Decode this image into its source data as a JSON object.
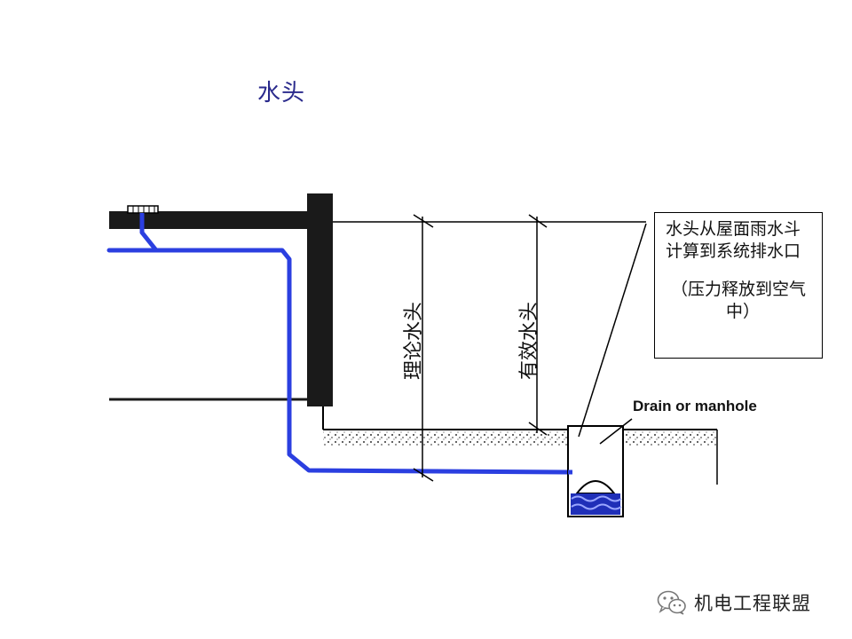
{
  "page": {
    "title": "水头"
  },
  "callout": {
    "line1": "水头从屋面雨水斗",
    "line2": "计算到系统排水口",
    "line3": "（压力释放到空气",
    "line4": "中）"
  },
  "labels": {
    "theoretical_head": "理论水头",
    "effective_head": "有效水头",
    "drain": "Drain or manhole"
  },
  "watermark": {
    "text": "机电工程联盟",
    "icon": "wechat-icon"
  },
  "colors": {
    "pipe": "#2b3fe0",
    "structure": "#1a1a1a",
    "title": "#2a2a8c",
    "water": "#2b3fe0"
  }
}
